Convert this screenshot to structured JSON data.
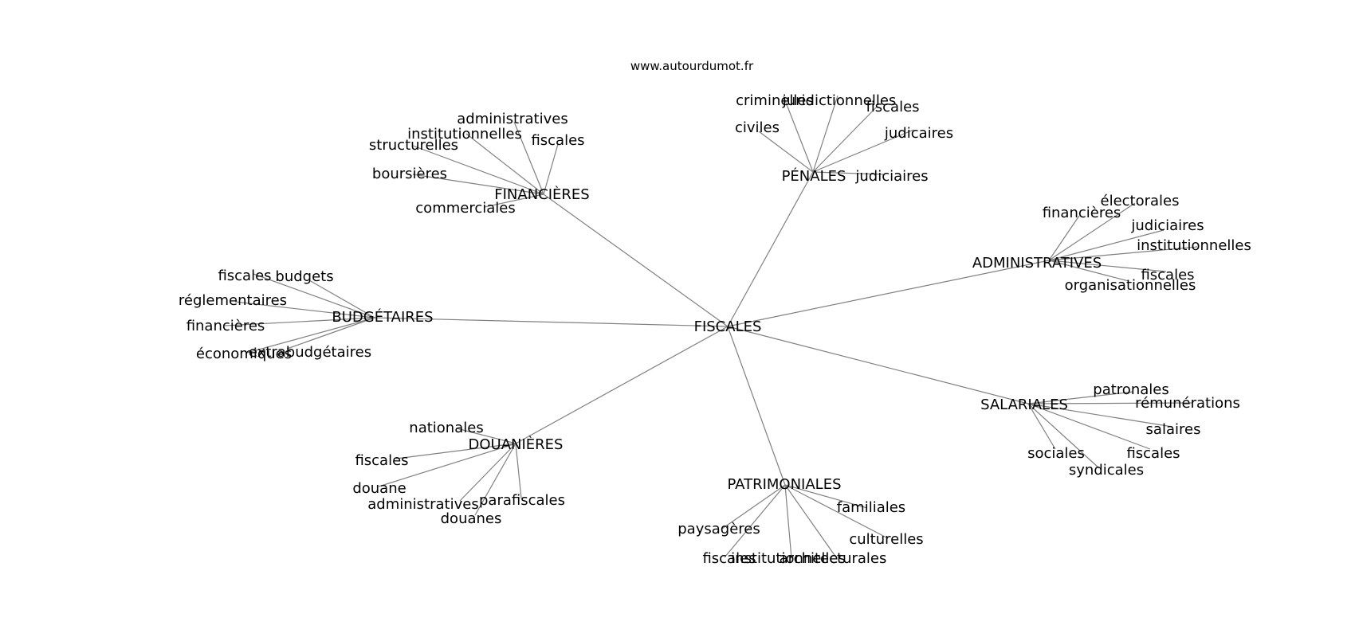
{
  "source": "www.autourdumot.fr",
  "colors": {
    "edge": "#808080",
    "text": "#000000",
    "background": "#ffffff"
  },
  "graph": {
    "center": "FISCALES",
    "clusters": [
      {
        "id": "financieres",
        "label": "FINANCIÈRES",
        "leaves": [
          "administratives",
          "institutionnelles",
          "fiscales",
          "structurelles",
          "boursières",
          "commerciales"
        ]
      },
      {
        "id": "penales",
        "label": "PÉNALES",
        "leaves": [
          "criminelles",
          "juridictionnelles",
          "fiscales",
          "civiles",
          "judicaires",
          "judiciaires"
        ]
      },
      {
        "id": "administratives",
        "label": "ADMINISTRATIVES",
        "leaves": [
          "électorales",
          "financières",
          "judiciaires",
          "institutionnelles",
          "fiscales",
          "organisationnelles"
        ]
      },
      {
        "id": "budgetaires",
        "label": "BUDGÉTAIRES",
        "leaves": [
          "fiscales",
          "budgets",
          "réglementaires",
          "financières",
          "économiques",
          "extrabudgétaires"
        ]
      },
      {
        "id": "salariales",
        "label": "SALARIALES",
        "leaves": [
          "patronales",
          "rémunérations",
          "salaires",
          "sociales",
          "fiscales",
          "syndicales"
        ]
      },
      {
        "id": "douanieres",
        "label": "DOUANIÈRES",
        "leaves": [
          "nationales",
          "fiscales",
          "douane",
          "administratives",
          "parafiscales",
          "douanes"
        ]
      },
      {
        "id": "patrimoniales",
        "label": "PATRIMONIALES",
        "leaves": [
          "familiales",
          "paysagères",
          "culturelles",
          "fiscales",
          "institutionnelles",
          "architecturales"
        ]
      }
    ]
  }
}
